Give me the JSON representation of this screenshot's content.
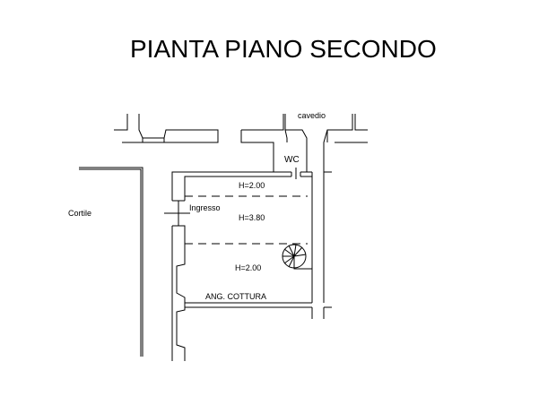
{
  "title": "PIANTA PIANO SECONDO",
  "labels": {
    "cavedio": "cavedio",
    "wc": "WC",
    "cortile": "Cortile",
    "ingresso": "Ingresso",
    "h_top": "H=2.00",
    "h_mid": "H=3.80",
    "h_bottom": "H=2.00",
    "kitchen": "ANG. COTTURA"
  }
}
